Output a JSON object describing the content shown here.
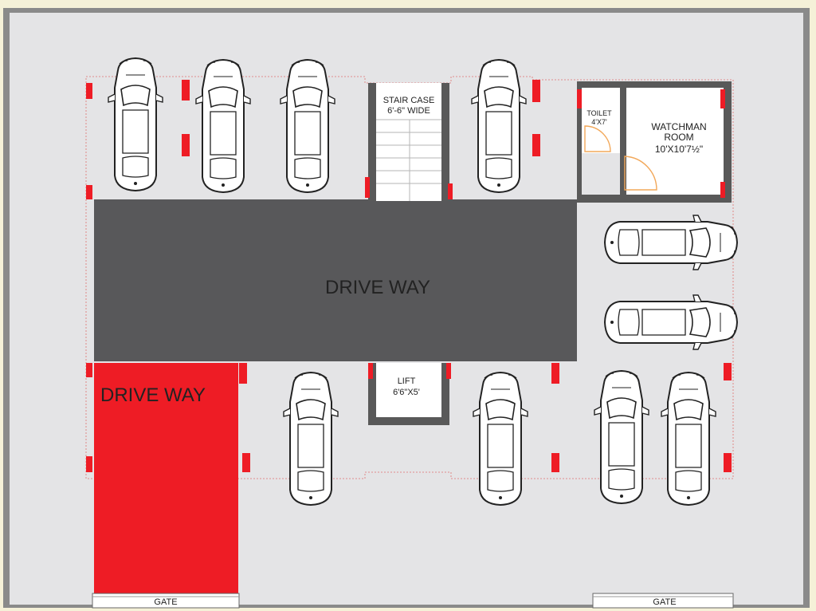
{
  "colors": {
    "background": "#f5f1d8",
    "floor": "#e4e4e6",
    "border": "#8a8a8a",
    "driveway_dark": "#58585a",
    "driveway_red": "#ee1c25",
    "column": "#ee1c25",
    "wall": "#595959",
    "door_swing": "#f2a85a"
  },
  "labels": {
    "drive_way_main": "DRIVE WAY",
    "drive_way_entry": "DRIVE WAY",
    "staircase_line1": "STAIR CASE",
    "staircase_line2": "6'-6\" WIDE",
    "lift_line1": "LIFT",
    "lift_line2": "6'6\"X5'",
    "toilet_line1": "TOILET",
    "toilet_line2": "4'X7'",
    "watchman_line1": "WATCHMAN",
    "watchman_line2": "ROOM",
    "watchman_line3": "10'X10'7½\"",
    "gate_left": "GATE",
    "gate_right": "GATE"
  },
  "icons": {
    "car": "car-top-view-icon",
    "door": "door-swing-icon"
  }
}
